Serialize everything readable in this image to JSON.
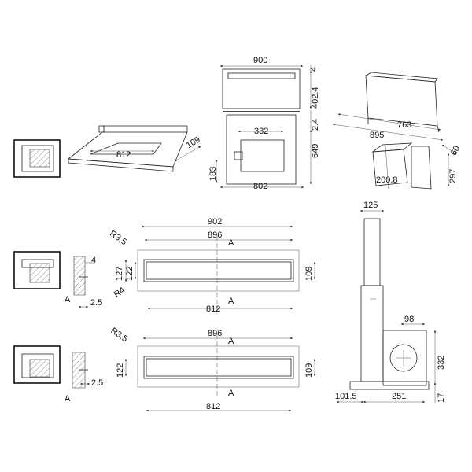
{
  "views": {
    "top_row": {
      "hob_cutout": {
        "depth": "109",
        "width": "812"
      },
      "front_view": {
        "width": "900",
        "top_thickness": "4",
        "height": "402.4",
        "gap": "2.4",
        "depth_total": "649",
        "motor_width": "332",
        "motor_offset": "183",
        "base_width": "802"
      },
      "iso_view": {
        "width_a": "763",
        "width_b": "895",
        "side": "60",
        "depth": "297",
        "motor_depth": "200.8"
      }
    },
    "middle_row": {
      "overall_width": "902",
      "inner_width": "896",
      "slot_width": "812",
      "radius_top": "R3,5",
      "radius_bottom": "R4",
      "height_outer": "127",
      "height_inner": "122",
      "height_right": "109",
      "section_label": "A",
      "section_depth": "4",
      "section_offset": "2.5"
    },
    "bottom_row": {
      "inner_width": "896",
      "slot_width": "812",
      "radius_top": "R3,5",
      "height_left": "122",
      "height_right": "109",
      "section_label": "A",
      "section_offset": "2.5"
    },
    "side_view": {
      "top_width": "125",
      "motor_width": "98",
      "motor_height": "332",
      "offset_left": "101.5",
      "base_width": "251",
      "base_height": "17"
    }
  }
}
